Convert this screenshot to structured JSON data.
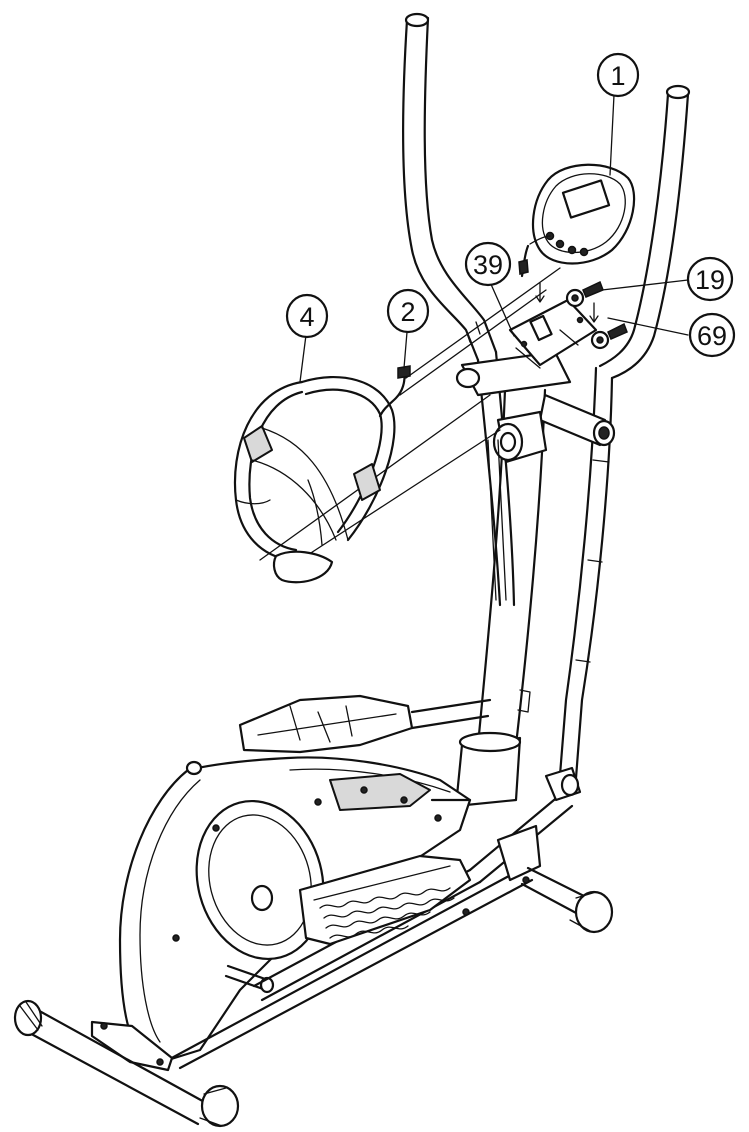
{
  "callouts": [
    {
      "id": "console",
      "number": "1"
    },
    {
      "id": "cable",
      "number": "2"
    },
    {
      "id": "hand-pulse-grip",
      "number": "4"
    },
    {
      "id": "bracket",
      "number": "39"
    },
    {
      "id": "bolt",
      "number": "19"
    },
    {
      "id": "washer",
      "number": "69"
    }
  ]
}
